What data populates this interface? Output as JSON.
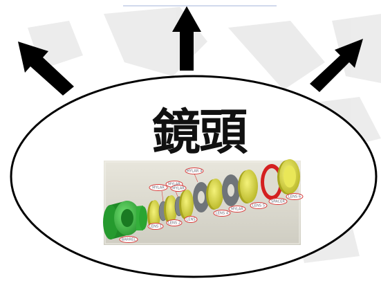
{
  "diagram": {
    "title": "鏡頭",
    "part_labels": [
      "MYLAR 4",
      "MYLAR",
      "MYLAR",
      "MYLAR",
      "LENS 1",
      "LENS 2",
      "LENS",
      "LENS 4",
      "MYLAR",
      "LENS 5",
      "SPACER",
      "LENS 6",
      "BARREL"
    ]
  },
  "colors": {
    "arrow": "#000000",
    "ellipse_stroke": "#000000",
    "barrel": "#2fbf3a",
    "lens": "#d8d83a",
    "mylar": "#8a8f94",
    "spacer": "#d42020",
    "label_outline": "#d93a3a",
    "photo_bg": "#dedcd2"
  },
  "icons": {
    "arrows": [
      "arrow-up-left-icon",
      "arrow-up-icon",
      "arrow-up-right-icon"
    ]
  }
}
